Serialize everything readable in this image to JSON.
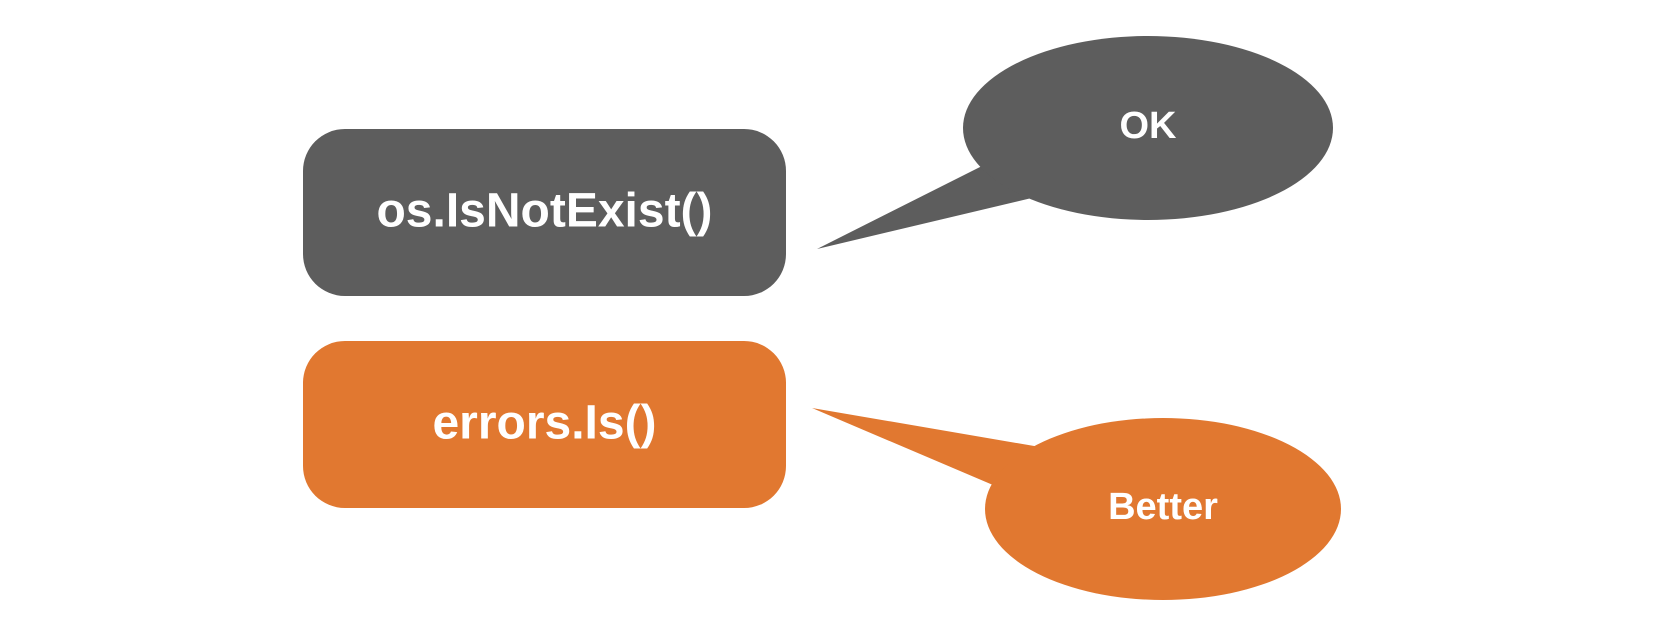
{
  "diagram": {
    "boxes": [
      {
        "id": "os-isnotexist",
        "label": "os.IsNotExist()",
        "color": "#5d5d5d"
      },
      {
        "id": "errors-is",
        "label": "errors.Is()",
        "color": "#e17830"
      }
    ],
    "callouts": [
      {
        "id": "ok",
        "label": "OK",
        "color": "#5d5d5d",
        "points_to": "os-isnotexist"
      },
      {
        "id": "better",
        "label": "Better",
        "color": "#e17830",
        "points_to": "errors-is"
      }
    ],
    "text_color": "#ffffff",
    "background": "#ffffff"
  }
}
